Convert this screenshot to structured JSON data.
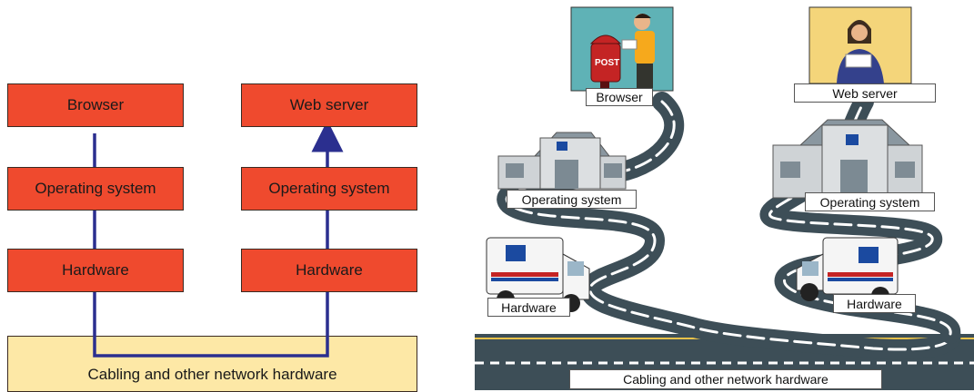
{
  "left_diagram": {
    "client_stack": [
      "Browser",
      "Operating system",
      "Hardware"
    ],
    "server_stack": [
      "Web server",
      "Operating system",
      "Hardware"
    ],
    "network": "Cabling and other network hardware",
    "box_color": "#ef4a2e",
    "network_color": "#fde8a6",
    "path_color": "#2b2f8f"
  },
  "right_diagram": {
    "client_stack": [
      "Browser",
      "Operating system",
      "Hardware"
    ],
    "server_stack": [
      "Web server",
      "Operating system",
      "Hardware"
    ],
    "network": "Cabling and other network hardware",
    "mailbox_text": "POST",
    "road_color": "#3d4e57"
  }
}
